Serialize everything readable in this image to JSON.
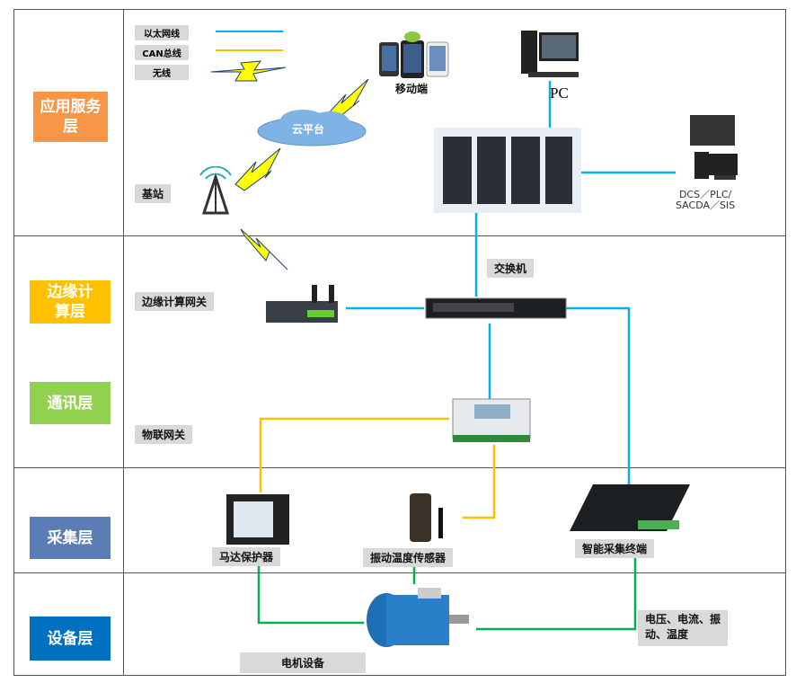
{
  "legend": {
    "ethernet": "以太网线",
    "can": "CAN总线",
    "wireless": "无线"
  },
  "layers": {
    "app": "应用服务层",
    "edge": "边缘计算层",
    "comm": "通讯层",
    "collect": "采集层",
    "device": "设备层"
  },
  "labels": {
    "mobile": "移动端",
    "pc": "PC",
    "cloud": "云平台",
    "base_station": "基站",
    "dcs": "DCS／PLC/\nSACDA／SIS",
    "switch": "交换机",
    "edge_gateway": "边缘计算网关",
    "iot_gateway": "物联网关",
    "motor_protector": "马达保护器",
    "vib_sensor": "振动温度传感器",
    "smart_terminal": "智能采集终端",
    "motor": "电机设备",
    "measures": "电压、电流、振\n动、温度"
  },
  "colors": {
    "ethernet": "#00b0f0",
    "can": "#ffc000",
    "green": "#00b050",
    "app": "#f79646",
    "edge": "#ffc000",
    "comm": "#92d050",
    "collect": "#5a7db6",
    "device": "#0070c0"
  }
}
